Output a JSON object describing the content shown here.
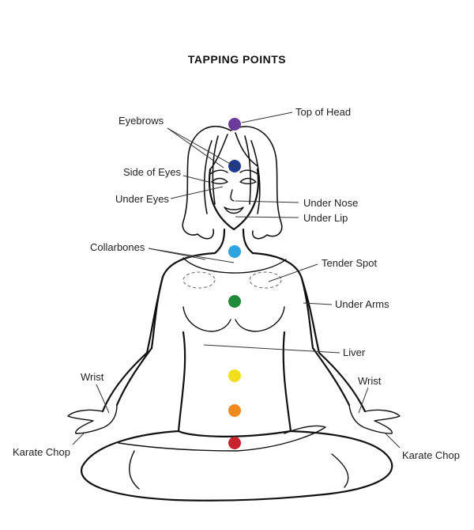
{
  "title": "TAPPING POINTS",
  "labels": {
    "top_of_head": "Top of Head",
    "eyebrows": "Eyebrows",
    "side_of_eyes": "Side of Eyes",
    "under_eyes": "Under Eyes",
    "under_nose": "Under Nose",
    "under_lip": "Under Lip",
    "collarbones": "Collarbones",
    "tender_spot": "Tender Spot",
    "under_arms": "Under Arms",
    "liver": "Liver",
    "wrist_left": "Wrist",
    "wrist_right": "Wrist",
    "karate_chop_left": "Karate Chop",
    "karate_chop_right": "Karate Chop"
  },
  "colors": {
    "crown": "#6b3a9a",
    "third_eye": "#1f3c8c",
    "throat": "#2ea3e0",
    "heart": "#1f8a3a",
    "solar_plexus": "#f2df1a",
    "sacral": "#f08a1e",
    "root": "#c8242e"
  }
}
